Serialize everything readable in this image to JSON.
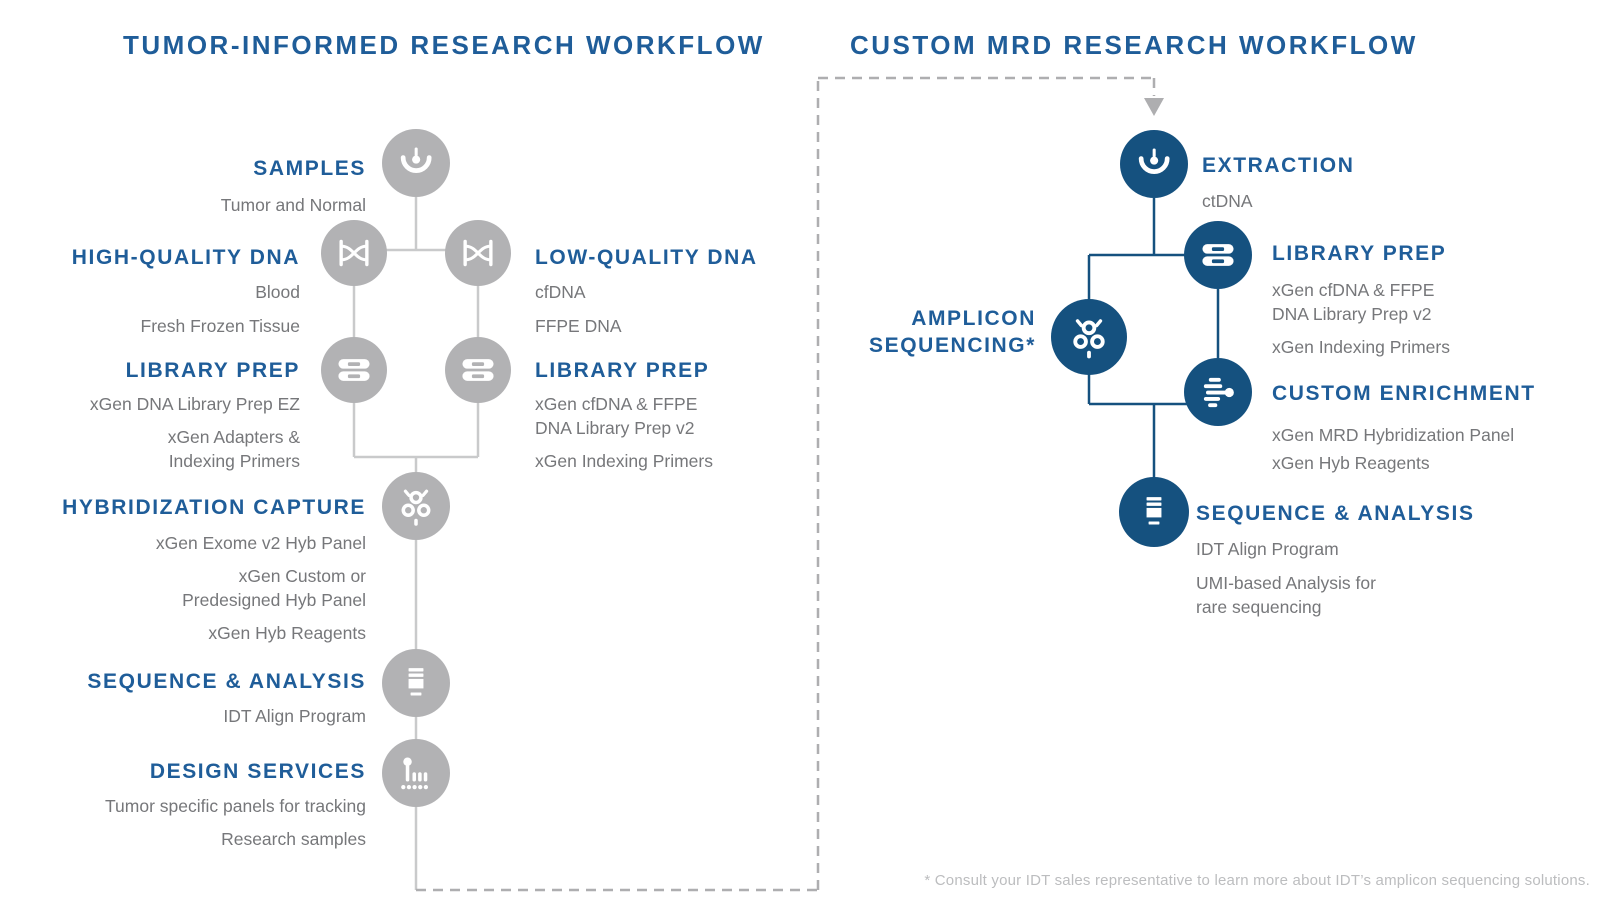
{
  "left_workflow": {
    "title": "TUMOR-INFORMED RESEARCH WORKFLOW",
    "steps": {
      "samples": {
        "heading": "SAMPLES",
        "icon": "sample-collection-icon",
        "items": [
          "Tumor and Normal"
        ]
      },
      "high_quality_dna": {
        "heading": "HIGH-QUALITY DNA",
        "icon": "dna-icon",
        "items": [
          "Blood",
          "Fresh Frozen Tissue"
        ]
      },
      "low_quality_dna": {
        "heading": "LOW-QUALITY DNA",
        "icon": "dna-icon",
        "items": [
          "cfDNA",
          "FFPE DNA"
        ]
      },
      "library_prep_high": {
        "heading": "LIBRARY PREP",
        "icon": "library-prep-icon",
        "items": [
          "xGen DNA Library Prep EZ",
          "xGen Adapters &\nIndexing Primers"
        ]
      },
      "library_prep_low": {
        "heading": "LIBRARY PREP",
        "icon": "library-prep-icon",
        "items": [
          "xGen cfDNA & FFPE\nDNA Library Prep v2",
          "xGen Indexing Primers"
        ]
      },
      "hybridization_capture": {
        "heading": "HYBRIDIZATION CAPTURE",
        "icon": "hybridization-icon",
        "items": [
          "xGen Exome v2 Hyb Panel",
          "xGen Custom or\nPredesigned Hyb Panel",
          "xGen Hyb Reagents"
        ]
      },
      "sequence_analysis": {
        "heading": "SEQUENCE & ANALYSIS",
        "icon": "sequence-icon",
        "items": [
          "IDT Align Program"
        ]
      },
      "design_services": {
        "heading": "DESIGN SERVICES",
        "icon": "design-services-icon",
        "items": [
          "Tumor specific panels for tracking",
          "Research samples"
        ]
      }
    }
  },
  "right_workflow": {
    "title": "CUSTOM MRD RESEARCH WORKFLOW",
    "steps": {
      "extraction": {
        "heading": "EXTRACTION",
        "icon": "sample-collection-icon",
        "items": [
          "ctDNA"
        ]
      },
      "library_prep": {
        "heading": "LIBRARY PREP",
        "icon": "library-prep-icon",
        "items": [
          "xGen cfDNA & FFPE\nDNA Library Prep v2",
          "xGen Indexing Primers"
        ]
      },
      "amplicon_sequencing": {
        "heading": "AMPLICON\nSEQUENCING*",
        "icon": "hybridization-icon",
        "items": []
      },
      "custom_enrichment": {
        "heading": "CUSTOM ENRICHMENT",
        "icon": "enrichment-icon",
        "items": [
          "xGen MRD Hybridization Panel",
          "xGen Hyb Reagents"
        ]
      },
      "sequence_analysis": {
        "heading": "SEQUENCE & ANALYSIS",
        "icon": "sequence-icon",
        "items": [
          "IDT Align Program",
          "UMI-based Analysis for\nrare sequencing"
        ]
      }
    }
  },
  "footnote": "* Consult your IDT sales representative to learn more about IDT’s amplicon sequencing solutions.",
  "colors": {
    "workflow_blue": "#15517F",
    "heading_blue": "#1F5D99",
    "gray_node": "#B2B2B4",
    "gray_line": "#C9CACB",
    "gray_dashed": "#AEAEB0",
    "text_gray": "#76777A",
    "footnote_gray": "#BCBDBF"
  }
}
